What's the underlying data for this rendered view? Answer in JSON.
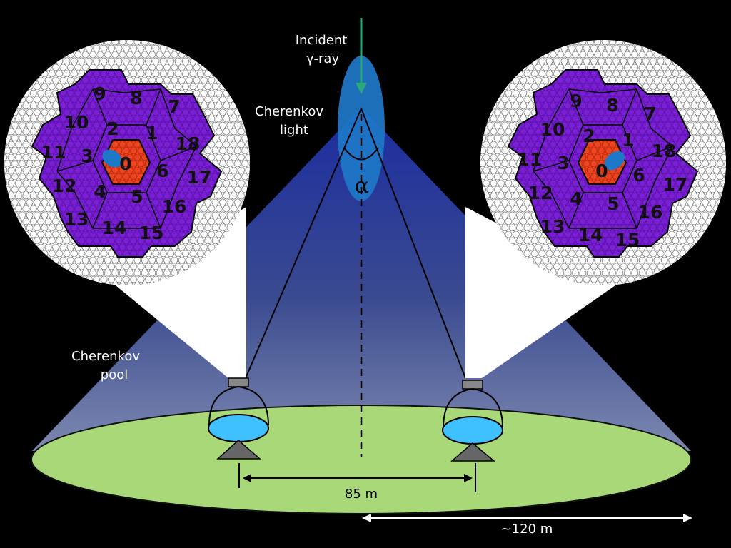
{
  "labels": {
    "incident_line1": "Incident",
    "incident_line2": "γ-ray",
    "cherenkov_light_line1": "Cherenkov",
    "cherenkov_light_line2": "light",
    "cherenkov_pool_line1": "Cherenkov",
    "cherenkov_pool_line2": "pool",
    "alpha": "α",
    "telescope_distance": "85 m",
    "pool_radius": "~120 m"
  },
  "segments": [
    "0",
    "1",
    "2",
    "3",
    "4",
    "5",
    "6",
    "7",
    "8",
    "9",
    "10",
    "11",
    "12",
    "13",
    "14",
    "15",
    "16",
    "17",
    "18"
  ],
  "colors": {
    "background": "#000000",
    "pool": "#a8d878",
    "segment_fill": "#7a1fd6",
    "center_segment": "#ee4422",
    "beam": "#1a2d9c",
    "shower": "#1e78c8",
    "incident_arrow": "#2aa87a",
    "dish": "#3fc0ff"
  }
}
